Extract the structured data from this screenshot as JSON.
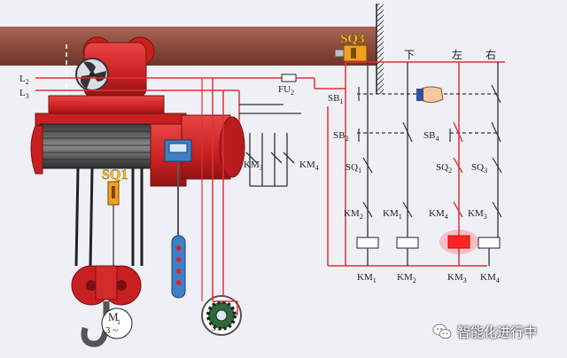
{
  "labels": {
    "L2": "L",
    "L2_sub": "2",
    "L3": "L",
    "L3_sub": "3",
    "FU2": "FU",
    "FU2_sub": "2",
    "SQ3": "SQ3",
    "SQ1": "SQ1",
    "M1": "M",
    "M1_sub": "1",
    "M_phase": "3 ~",
    "KM3_left": "KM",
    "KM3_left_sub": "3",
    "KM4_left": "KM",
    "KM4_left_sub": "4",
    "dir_down": "下",
    "dir_left": "左",
    "dir_right": "右",
    "SB1": "SB",
    "SB1_sub": "1",
    "SB2": "SB",
    "SB2_sub": "2",
    "SB4": "SB",
    "SB4_sub": "4",
    "SQ1c": "SQ",
    "SQ1c_sub": "1",
    "SQ2c": "SQ",
    "SQ2c_sub": "2",
    "SQ3c": "SQ",
    "SQ3c_sub": "3",
    "KM2_a": "KM",
    "KM2_a_sub": "2",
    "KM1_a": "KM",
    "KM1_a_sub": "1",
    "KM4_a": "KM",
    "KM4_a_sub": "4",
    "KM3_a": "KM",
    "KM3_a_sub": "3",
    "KM1_c": "KM",
    "KM1_c_sub": "1",
    "KM2_c": "KM",
    "KM2_c_sub": "2",
    "KM3_c": "KM",
    "KM3_c_sub": "3",
    "KM4_c": "KM",
    "KM4_c_sub": "4"
  },
  "watermark": "智能化进行中",
  "colors": {
    "rail": "#8b4a3c",
    "hoist": "#d42a2a",
    "wire_red": "#e03030",
    "wire_dark": "#333333",
    "active_coil": "#ff2020",
    "limit_switch": "#f0a020"
  }
}
